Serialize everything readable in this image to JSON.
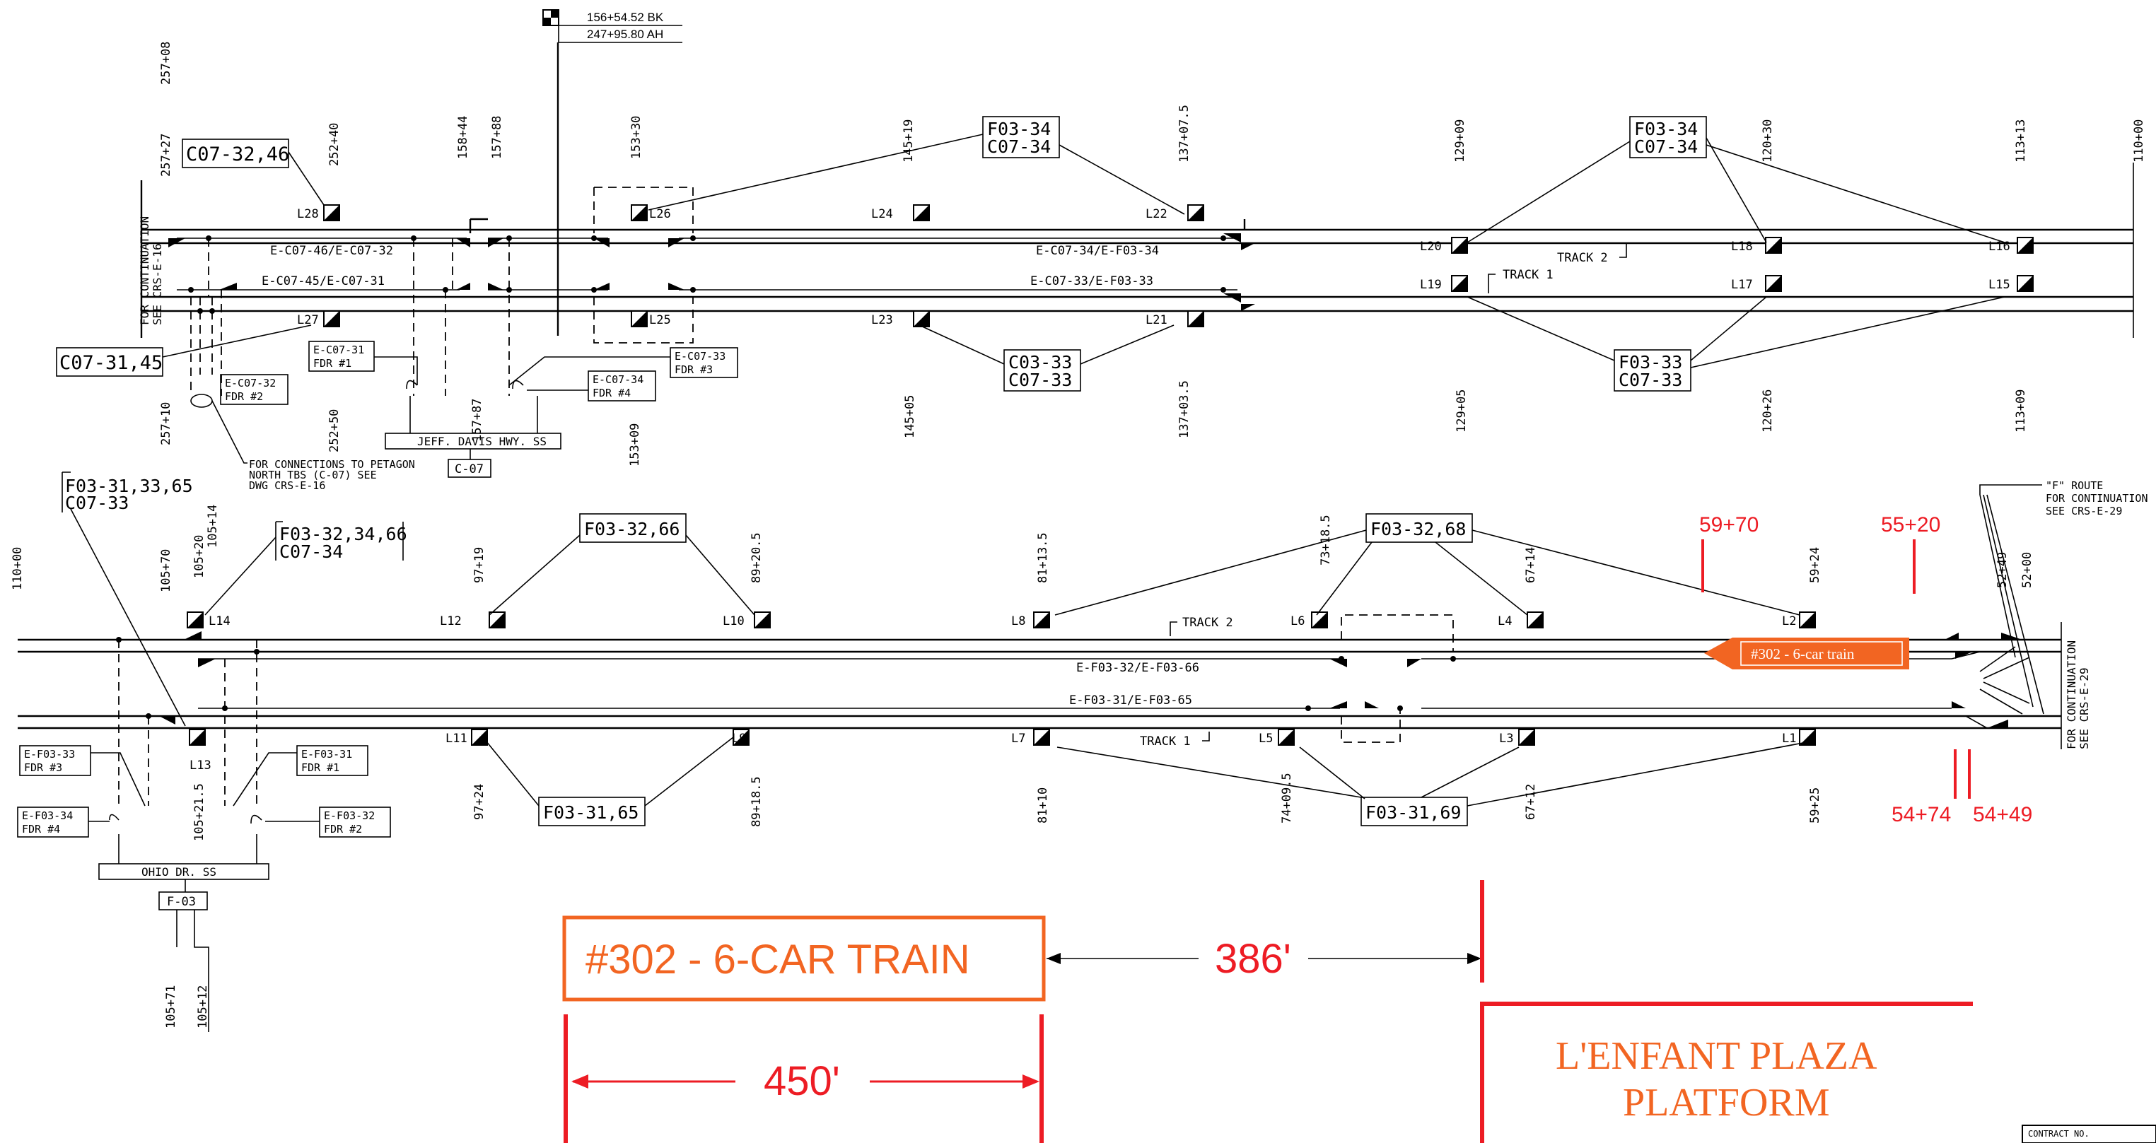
{
  "colors": {
    "red": "#ed1c24",
    "orange": "#f26522",
    "line": "#000000"
  },
  "header": {
    "stationing_bk": "156+54.52 BK",
    "stationing_ah": "247+95.80 AH"
  },
  "continuation": {
    "left_top": [
      "FOR CONTINUATION",
      "SEE CRS-E-16"
    ],
    "right_bottom": [
      "FOR CONTINUATION",
      "SEE CRS-E-29"
    ],
    "f_route": [
      "\"F\" ROUTE",
      "FOR CONTINUATION",
      "SEE CRS-E-29"
    ]
  },
  "top_stations_above": [
    "257+08",
    "257+27",
    "252+40",
    "158+44",
    "157+88",
    "153+30",
    "145+19",
    "137+07.5",
    "129+09",
    "120+30",
    "113+13",
    "110+00"
  ],
  "top_stations_below": [
    "257+10",
    "252+50",
    "157+87",
    "153+09",
    "145+05",
    "137+03.5",
    "129+05",
    "120+26",
    "113+09"
  ],
  "bottom_stations_above": [
    "110+00",
    "105+70",
    "105+20",
    "105+14",
    "97+19",
    "89+20.5",
    "81+13.5",
    "73+18.5",
    "67+14",
    "59+24",
    "52+49",
    "52+00"
  ],
  "bottom_stations_below": [
    "105+21.5",
    "97+24",
    "89+18.5",
    "81+10",
    "74+09.5",
    "67+12",
    "59+25",
    "105+71",
    "105+12"
  ],
  "light_labels_top": [
    "L28",
    "L26",
    "L24",
    "L22",
    "L20",
    "L18",
    "L16",
    "L27",
    "L25",
    "L23",
    "L21",
    "L19",
    "L17",
    "L15"
  ],
  "light_labels_bottom": [
    "L14",
    "L12",
    "L10",
    "L8",
    "L6",
    "L4",
    "L2",
    "L13",
    "L11",
    "L9",
    "L7",
    "L5",
    "L3",
    "L1"
  ],
  "track_names": {
    "track1": "TRACK 1",
    "track2": "TRACK 2"
  },
  "cable_labels": {
    "top_t2_left": "E-C07-46/E-C07-32",
    "top_t1_left": "E-C07-45/E-C07-31",
    "top_t2_right": "E-C07-34/E-F03-34",
    "top_t1_right": "E-C07-33/E-F03-33",
    "bot_t2": "E-F03-32/E-F03-66",
    "bot_t1": "E-F03-31/E-F03-65"
  },
  "circuit_callouts": {
    "c07_32_46": "C07-32,46",
    "c07_31_45": "C07-31,45",
    "f03_34_c07_34": [
      "F03-34",
      "C07-34"
    ],
    "f03_34_c07_34_b": [
      "F03-34",
      "C07-34"
    ],
    "c03_33_c07_33": [
      "C03-33",
      "C07-33"
    ],
    "f03_33_c07_33": [
      "F03-33",
      "C07-33"
    ],
    "f03_31_33_65": [
      "F03-31,33,65",
      "C07-33"
    ],
    "f03_32_34_66": [
      "F03-32,34,66",
      "C07-34"
    ],
    "f03_32_66": "F03-32,66",
    "f03_32_68": "F03-32,68",
    "f03_31_65": "F03-31,65",
    "f03_31_69": "F03-31,69"
  },
  "feeders_top": {
    "c07_32": [
      "E-C07-32",
      "FDR #2"
    ],
    "c07_31": [
      "E-C07-31",
      "FDR #1"
    ],
    "c07_34": [
      "E-C07-34",
      "FDR #4"
    ],
    "c07_33": [
      "E-C07-33",
      "FDR #3"
    ],
    "substation": "JEFF. DAVIS HWY. SS",
    "sub_code": "C-07",
    "note": [
      "FOR CONNECTIONS TO PETAGON",
      "NORTH TBS (C-07) SEE",
      "DWG CRS-E-16"
    ]
  },
  "feeders_bottom": {
    "f03_33": [
      "E-F03-33",
      "FDR #3"
    ],
    "f03_34": [
      "E-F03-34",
      "FDR #4"
    ],
    "f03_31": [
      "E-F03-31",
      "FDR #1"
    ],
    "f03_32": [
      "E-F03-32",
      "FDR #2"
    ],
    "substation": "OHIO DR. SS",
    "sub_code": "F-03"
  },
  "red_annotations": {
    "s5970": "59+70",
    "s5520": "55+20",
    "s5474": "54+74",
    "s5449": "54+49"
  },
  "train_small": "#302 - 6-car train",
  "train_box": "#302 - 6-CAR TRAIN",
  "dim_386": "386'",
  "dim_450": "450'",
  "platform": [
    "L'ENFANT PLAZA",
    "PLATFORM"
  ],
  "contract_no": "CONTRACT NO."
}
